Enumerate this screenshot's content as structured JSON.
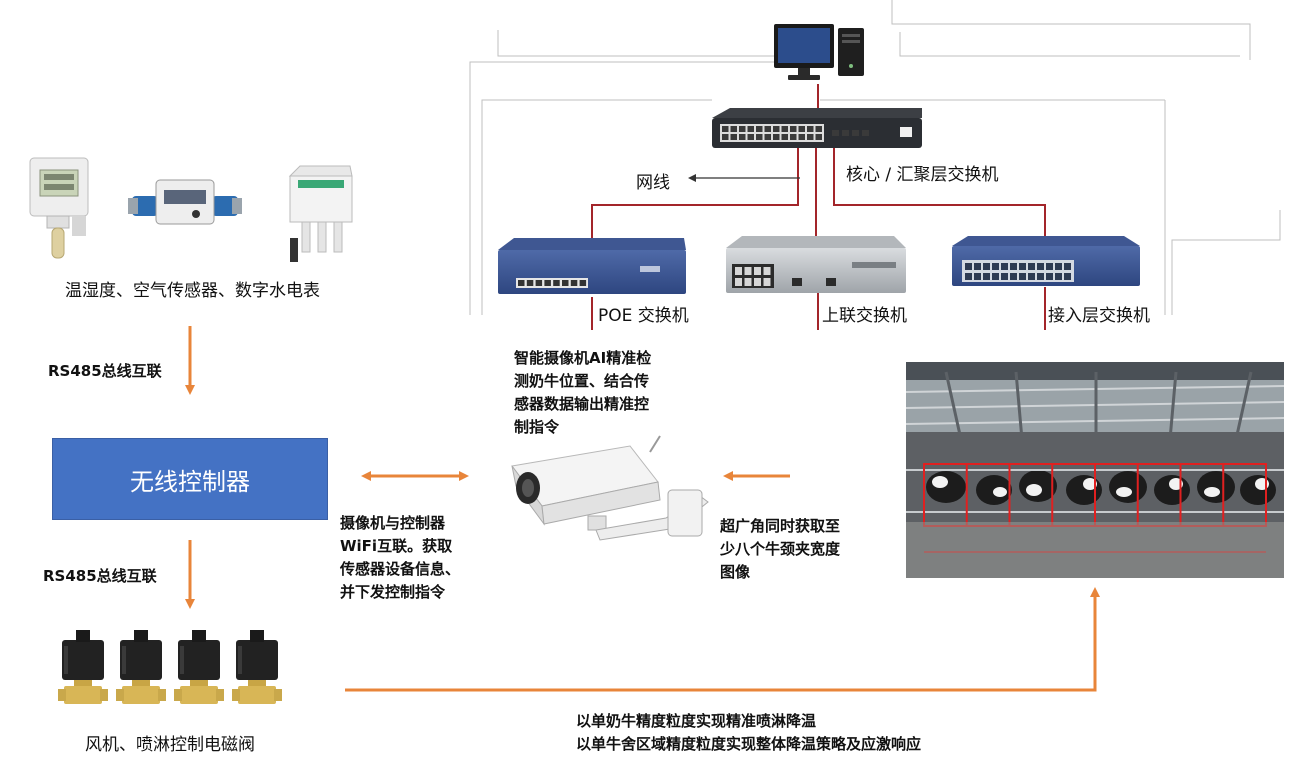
{
  "controller": {
    "label": "无线控制器"
  },
  "labels": {
    "sensors": "温湿度、空气传感器、数字水电表",
    "rs485_top": "RS485总线互联",
    "rs485_bottom": "RS485总线互联",
    "valves": "风机、喷淋控制电磁阀",
    "wireline": "网线",
    "core_switch": "核心 / 汇聚层交换机",
    "poe_switch": "POE 交换机",
    "uplink_switch": "上联交换机",
    "access_switch": "接入层交换机",
    "camera_ai": "智能摄像机AI精准检\n测奶牛位置、结合传\n感器数据输出精准控\n制指令",
    "wifi": "摄像机与控制器\nWiFi互联。获取\n传感器设备信息、\n并下发控制指令",
    "wideangle": "超广角同时获取至\n少八个牛颈夹宽度\n图像",
    "strategy": "以单奶牛精度粒度实现精准喷淋降温\n以单牛舍区域精度粒度实现整体降温策略及应激响应"
  },
  "colors": {
    "arrow_orange": "#e8853a",
    "link_red": "#a3252a",
    "controller_blue": "#4472c4",
    "detect_box_red": "#e02020"
  },
  "icons": [
    "computer-icon",
    "switch-icon",
    "sensor-icon",
    "water-meter-icon",
    "valve-icon",
    "camera-icon"
  ]
}
